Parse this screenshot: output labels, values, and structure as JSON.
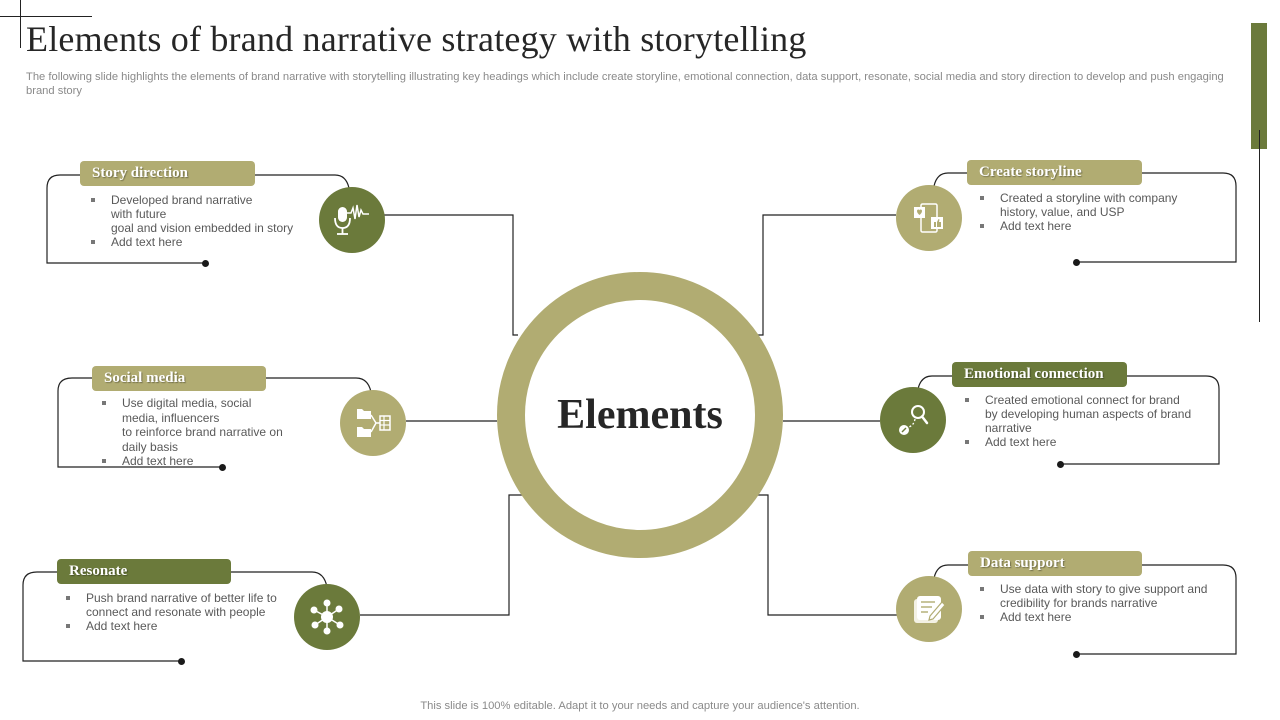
{
  "slide": {
    "title": "Elements of brand narrative strategy with storytelling",
    "subtitle": "The following slide highlights the elements of brand narrative with storytelling illustrating  key headings which include create storyline, emotional connection, data support, resonate, social media and story direction to develop and push engaging brand story",
    "footer": "This slide is 100% editable. Adapt it to your needs and capture your audience's attention."
  },
  "center": {
    "label": "Elements"
  },
  "colors": {
    "olive": "#6b7a3b",
    "khaki": "#b1ac72",
    "text": "#262626",
    "muted": "#8a8a8a"
  },
  "elements": {
    "story_direction": {
      "heading": "Story direction",
      "icon": "microphone-soundwave-icon",
      "bullets": [
        "Developed brand narrative with future goal and vision embedded in story",
        "Add text here"
      ],
      "lines": [
        "Developed brand narrative",
        "with future",
        "goal and vision embedded in story"
      ]
    },
    "social_media": {
      "heading": "Social media",
      "icon": "folder-network-icon",
      "bullets": [
        "Use digital media, social media, influencers to reinforce brand narrative on daily basis",
        "Add text here"
      ],
      "lines": [
        "Use digital media, social",
        "media, influencers",
        "to reinforce brand narrative on",
        "daily basis"
      ]
    },
    "resonate": {
      "heading": "Resonate",
      "icon": "hub-network-icon",
      "bullets": [
        "Push brand narrative of better life to connect and resonate with people",
        "Add text here"
      ]
    },
    "create_storyline": {
      "heading": "Create storyline",
      "icon": "social-phone-icon",
      "bullets": [
        "Created a storyline with company history, value, and USP",
        "Add text here"
      ]
    },
    "emotional_connection": {
      "heading": "Emotional  connection",
      "icon": "search-path-icon",
      "bullets": [
        "Created emotional connect for brand by developing human aspects of brand narrative",
        "Add text here"
      ]
    },
    "data_support": {
      "heading": "Data support",
      "icon": "notes-edit-icon",
      "bullets": [
        "Use data with story to give support and credibility for brands narrative",
        "Add text here"
      ]
    }
  }
}
